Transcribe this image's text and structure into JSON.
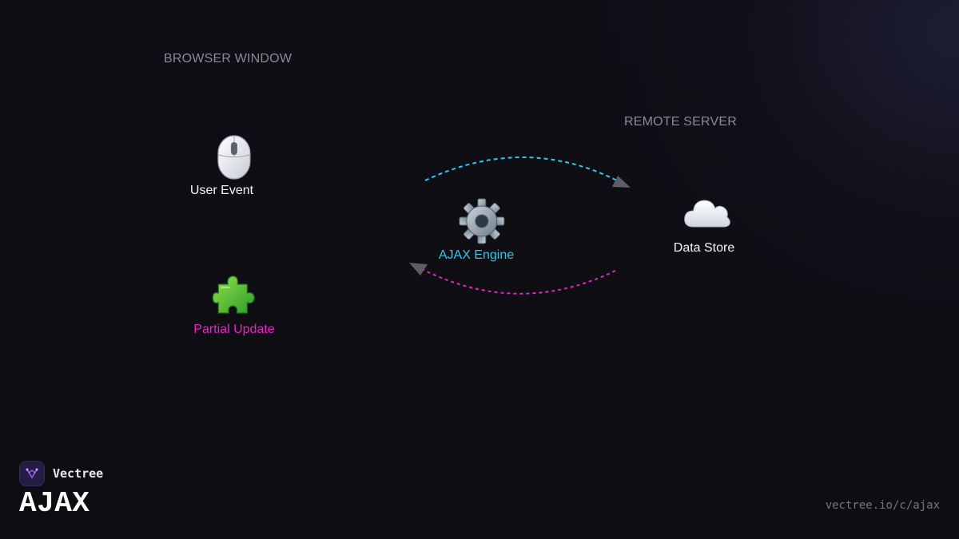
{
  "zones": {
    "browser_label": "BROWSER WINDOW",
    "server_label": "REMOTE SERVER"
  },
  "nodes": {
    "user_event": {
      "label": "User Event",
      "icon": "computer-mouse-icon"
    },
    "partial_update": {
      "label": "Partial Update",
      "icon": "puzzle-piece-icon",
      "color": "#e624c8"
    },
    "ajax_engine": {
      "label": "AJAX Engine",
      "icon": "gear-icon",
      "color": "#2ec8f2"
    },
    "data_store": {
      "label": "Data Store",
      "icon": "cloud-icon"
    }
  },
  "flows": {
    "request": {
      "from": "AJAX Engine",
      "to": "Data Store",
      "color": "#2ec8f2",
      "style": "dashed"
    },
    "response": {
      "from": "Data Store",
      "to": "AJAX Engine",
      "color": "#e624c8",
      "style": "dashed"
    }
  },
  "brand": {
    "name": "Vectree",
    "title": "AJAX",
    "url": "vectree.io/c/ajax",
    "accent": "#9b5cf0"
  }
}
